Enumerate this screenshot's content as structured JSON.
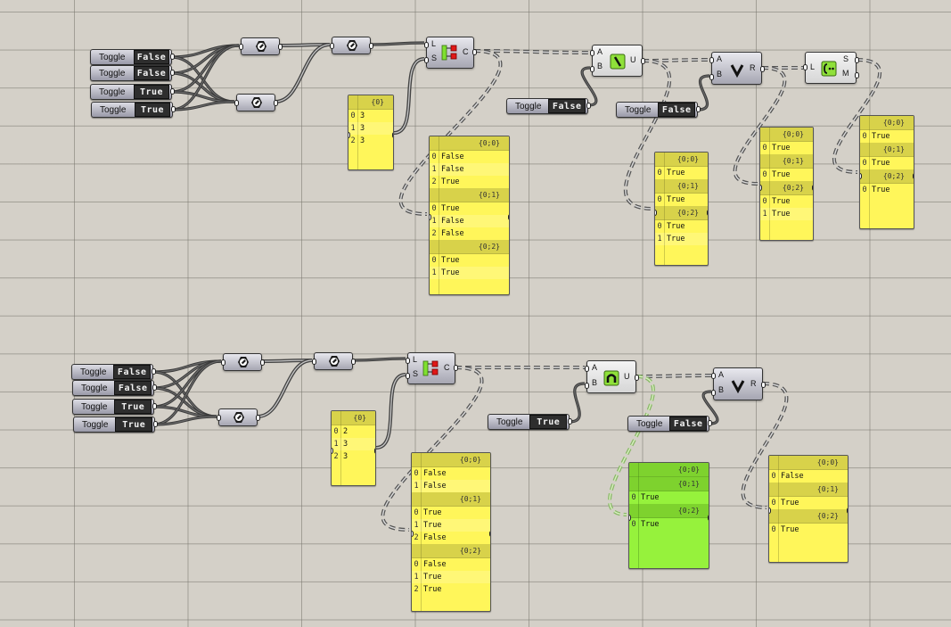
{
  "canvas": {
    "background": "#d4d0c8",
    "grid_color": "#8a877f"
  },
  "colors": {
    "panel_yellow": "#fff65a",
    "panel_header_yellow": "#d8d24a",
    "panel_green": "#96f23c",
    "panel_header_green": "#7ed22e",
    "toggle_value_bg": "#2e2e2e",
    "icon_green": "#8fe03a"
  },
  "top": {
    "toggles": [
      {
        "label": "Toggle",
        "value": "False"
      },
      {
        "label": "Toggle",
        "value": "False"
      },
      {
        "label": "Toggle",
        "value": "True"
      },
      {
        "label": "Toggle",
        "value": "True"
      }
    ],
    "list_length_panel": {
      "header": "{0}",
      "rows": [
        {
          "i": "0",
          "v": "3"
        },
        {
          "i": "1",
          "v": "3"
        },
        {
          "i": "2",
          "v": "3"
        }
      ]
    },
    "split_component": {
      "inputs": [
        "L",
        "S"
      ],
      "output": "C"
    },
    "split_panel": {
      "groups": [
        {
          "header": "{0;0}",
          "rows": [
            {
              "i": "0",
              "v": "False"
            },
            {
              "i": "1",
              "v": "False"
            },
            {
              "i": "2",
              "v": "True"
            }
          ]
        },
        {
          "header": "{0;1}",
          "rows": [
            {
              "i": "0",
              "v": "True"
            },
            {
              "i": "1",
              "v": "False"
            },
            {
              "i": "2",
              "v": "False"
            }
          ]
        },
        {
          "header": "{0;2}",
          "rows": [
            {
              "i": "0",
              "v": "True"
            },
            {
              "i": "1",
              "v": "True"
            }
          ]
        }
      ]
    },
    "union_component": {
      "inputs": [
        "A",
        "B"
      ],
      "output": "U"
    },
    "union_toggle": {
      "label": "Toggle",
      "value": "False"
    },
    "or_toggle": {
      "label": "Toggle",
      "value": "False"
    },
    "or_component": {
      "inputs": [
        "A",
        "B"
      ],
      "output": "R"
    },
    "or_panel": {
      "groups": [
        {
          "header": "{0;0}",
          "rows": [
            {
              "i": "0",
              "v": "True"
            }
          ]
        },
        {
          "header": "{0;1}",
          "rows": [
            {
              "i": "0",
              "v": "True"
            }
          ]
        },
        {
          "header": "{0;2}",
          "rows": [
            {
              "i": "0",
              "v": "True"
            },
            {
              "i": "1",
              "v": "True"
            }
          ]
        }
      ]
    },
    "or_result_panel": {
      "groups": [
        {
          "header": "{0;0}",
          "rows": [
            {
              "i": "0",
              "v": "True"
            }
          ]
        },
        {
          "header": "{0;1}",
          "rows": [
            {
              "i": "0",
              "v": "True"
            }
          ]
        },
        {
          "header": "{0;2}",
          "rows": [
            {
              "i": "0",
              "v": "True"
            },
            {
              "i": "1",
              "v": "True"
            }
          ]
        }
      ]
    },
    "cull_component": {
      "inputs": [
        "L"
      ],
      "outputs": [
        "S",
        "M"
      ]
    },
    "cull_panel": {
      "groups": [
        {
          "header": "{0;0}",
          "rows": [
            {
              "i": "0",
              "v": "True"
            }
          ]
        },
        {
          "header": "{0;1}",
          "rows": [
            {
              "i": "0",
              "v": "True"
            }
          ]
        },
        {
          "header": "{0;2}",
          "rows": [
            {
              "i": "0",
              "v": "True"
            }
          ]
        }
      ]
    }
  },
  "bottom": {
    "toggles": [
      {
        "label": "Toggle",
        "value": "False"
      },
      {
        "label": "Toggle",
        "value": "False"
      },
      {
        "label": "Toggle",
        "value": "True"
      },
      {
        "label": "Toggle",
        "value": "True"
      }
    ],
    "list_length_panel": {
      "header": "{0}",
      "rows": [
        {
          "i": "0",
          "v": "2"
        },
        {
          "i": "1",
          "v": "3"
        },
        {
          "i": "2",
          "v": "3"
        }
      ]
    },
    "split_component": {
      "inputs": [
        "L",
        "S"
      ],
      "output": "C"
    },
    "split_panel": {
      "groups": [
        {
          "header": "{0;0}",
          "rows": [
            {
              "i": "0",
              "v": "False"
            },
            {
              "i": "1",
              "v": "False"
            }
          ]
        },
        {
          "header": "{0;1}",
          "rows": [
            {
              "i": "0",
              "v": "True"
            },
            {
              "i": "1",
              "v": "True"
            },
            {
              "i": "2",
              "v": "False"
            }
          ]
        },
        {
          "header": "{0;2}",
          "rows": [
            {
              "i": "0",
              "v": "False"
            },
            {
              "i": "1",
              "v": "True"
            },
            {
              "i": "2",
              "v": "True"
            }
          ]
        }
      ]
    },
    "intersect_component": {
      "inputs": [
        "A",
        "B"
      ],
      "output": "U"
    },
    "intersect_toggle": {
      "label": "Toggle",
      "value": "True"
    },
    "or_toggle": {
      "label": "Toggle",
      "value": "False"
    },
    "or_component": {
      "inputs": [
        "A",
        "B"
      ],
      "output": "R"
    },
    "green_panel": {
      "groups": [
        {
          "header": "{0;0}",
          "rows": []
        },
        {
          "header": "{0;1}",
          "rows": [
            {
              "i": "0",
              "v": "True"
            }
          ]
        },
        {
          "header": "{0;2}",
          "rows": [
            {
              "i": "0",
              "v": "True"
            }
          ]
        }
      ]
    },
    "or_result_panel": {
      "groups": [
        {
          "header": "{0;0}",
          "rows": [
            {
              "i": "0",
              "v": "False"
            }
          ]
        },
        {
          "header": "{0;1}",
          "rows": [
            {
              "i": "0",
              "v": "True"
            }
          ]
        },
        {
          "header": "{0;2}",
          "rows": [
            {
              "i": "0",
              "v": "True"
            }
          ]
        }
      ]
    }
  }
}
